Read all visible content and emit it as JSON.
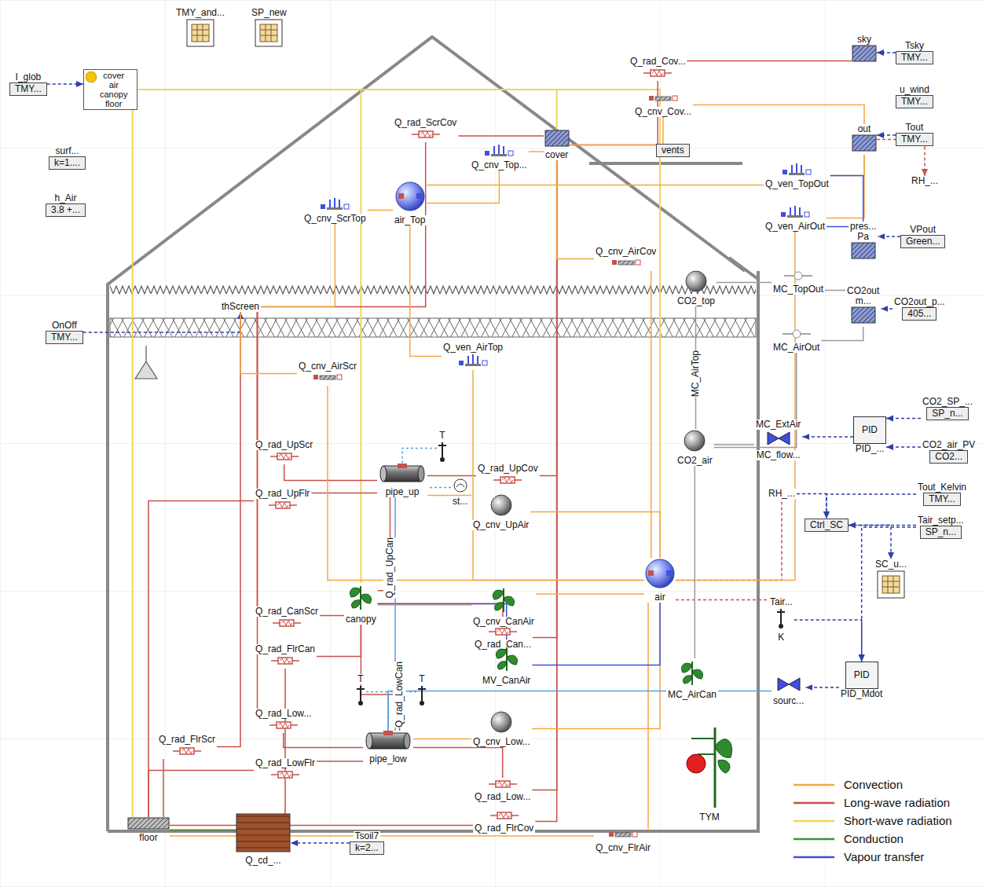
{
  "diagram": {
    "nodes": [
      {
        "text": [
          "I_glob",
          "TMY..."
        ]
      },
      {
        "text": [
          "cover",
          "air",
          "canopy",
          "floor"
        ]
      },
      {
        "text": [
          "surf...",
          "k=1...."
        ]
      },
      {
        "text": [
          "h_Air",
          "3.8 +..."
        ]
      },
      {
        "text": [
          "TMY_and..."
        ]
      },
      {
        "text": [
          "SP_new"
        ]
      },
      {
        "text": [
          "sky"
        ]
      },
      {
        "text": [
          "Tsky",
          "TMY..."
        ]
      },
      {
        "text": [
          "u_wind",
          "TMY..."
        ]
      },
      {
        "text": [
          "out"
        ]
      },
      {
        "text": [
          "Tout",
          "TMY..."
        ]
      },
      {
        "text": [
          "RH_..."
        ]
      },
      {
        "text": [
          "pres...",
          "Pa"
        ]
      },
      {
        "text": [
          "VPout",
          "Green..."
        ]
      },
      {
        "text": [
          "CO2out",
          "m..."
        ]
      },
      {
        "text": [
          "CO2out_p...",
          "405..."
        ]
      },
      {
        "text": [
          "Q_rad_Cov..."
        ]
      },
      {
        "text": [
          "Q_cnv_Cov..."
        ]
      },
      {
        "text": [
          "vents"
        ]
      },
      {
        "text": [
          "cover"
        ]
      },
      {
        "text": [
          "Q_rad_ScrCov"
        ]
      },
      {
        "text": [
          "Q_cnv_Top..."
        ]
      },
      {
        "text": [
          "air_Top"
        ]
      },
      {
        "text": [
          "Q_cnv_ScrTop"
        ]
      },
      {
        "text": [
          "thScreen"
        ]
      },
      {
        "text": [
          "Q_cnv_AirCov"
        ]
      },
      {
        "text": [
          "Q_ven_TopOut"
        ]
      },
      {
        "text": [
          "Q_ven_AirOut"
        ]
      },
      {
        "text": [
          "MC_TopOut"
        ]
      },
      {
        "text": [
          "MC_AirOut"
        ]
      },
      {
        "text": [
          "CO2_top"
        ]
      },
      {
        "text": [
          "MC_AirTop"
        ]
      },
      {
        "text": [
          "CO2_air"
        ]
      },
      {
        "text": [
          "MC_ExtAir",
          "MC_flow..."
        ]
      },
      {
        "text": [
          "PID",
          "PID_..."
        ]
      },
      {
        "text": [
          "CO2_SP_...",
          "SP_n..."
        ]
      },
      {
        "text": [
          "CO2_air_PV",
          "CO2..."
        ]
      },
      {
        "text": [
          "Q_ven_AirTop"
        ]
      },
      {
        "text": [
          "Q_cnv_AirScr"
        ]
      },
      {
        "text": [
          "Q_rad_UpScr"
        ]
      },
      {
        "text": [
          "pipe_up"
        ]
      },
      {
        "text": [
          "T"
        ]
      },
      {
        "text": [
          "st..."
        ]
      },
      {
        "text": [
          "Q_rad_UpCov"
        ]
      },
      {
        "text": [
          "Q_rad_UpFlr"
        ]
      },
      {
        "text": [
          "Q_cnv_UpAir"
        ]
      },
      {
        "text": [
          "Q_rad_UpCan"
        ]
      },
      {
        "text": [
          "canopy"
        ]
      },
      {
        "text": [
          "Q_cnv_CanAir"
        ]
      },
      {
        "text": [
          "Q_rad_CanScr"
        ]
      },
      {
        "text": [
          "Q_rad_Can..."
        ]
      },
      {
        "text": [
          "MV_CanAir"
        ]
      },
      {
        "text": [
          "air"
        ]
      },
      {
        "text": [
          "Tair...",
          "K"
        ]
      },
      {
        "text": [
          "MC_AirCan"
        ]
      },
      {
        "text": [
          "RH_..."
        ]
      },
      {
        "text": [
          "Ctrl_SC"
        ]
      },
      {
        "text": [
          "Tout_Kelvin",
          "TMY..."
        ]
      },
      {
        "text": [
          "Tair_setp...",
          "SP_n..."
        ]
      },
      {
        "text": [
          "SC_u..."
        ]
      },
      {
        "text": [
          "OnOff",
          "TMY..."
        ]
      },
      {
        "text": [
          "Q_rad_FlrCan"
        ]
      },
      {
        "text": [
          "T"
        ]
      },
      {
        "text": [
          "T"
        ]
      },
      {
        "text": [
          "Q_rad_LowCan"
        ]
      },
      {
        "text": [
          "Q_rad_Low..."
        ]
      },
      {
        "text": [
          "pipe_low"
        ]
      },
      {
        "text": [
          "Q_cnv_Low..."
        ]
      },
      {
        "text": [
          "Q_rad_LowFlr"
        ]
      },
      {
        "text": [
          "Q_rad_Low..."
        ]
      },
      {
        "text": [
          "Q_rad_FlrCov"
        ]
      },
      {
        "text": [
          "Q_rad_FlrScr"
        ]
      },
      {
        "text": [
          "sourc..."
        ]
      },
      {
        "text": [
          "PID",
          "PID_Mdot"
        ]
      },
      {
        "text": [
          "TYM"
        ]
      },
      {
        "text": [
          "floor"
        ]
      },
      {
        "text": [
          "Q_cd_..."
        ]
      },
      {
        "text": [
          "Tsoil7",
          "k=2..."
        ]
      },
      {
        "text": [
          "Q_cnv_FlrAir"
        ]
      }
    ],
    "edges": [
      {
        "from": 0,
        "to": 1,
        "arrow": "to"
      },
      {
        "from": 7,
        "to": 6,
        "arrow": "to"
      },
      {
        "from": 10,
        "to": 9,
        "arrow": "to"
      },
      {
        "from": 13,
        "to": 12,
        "arrow": "to"
      },
      {
        "from": 15,
        "to": 14,
        "arrow": "to"
      },
      {
        "from": 9,
        "to": 11,
        "arrow": "to"
      },
      {
        "from": 60,
        "to": 24,
        "arrow": "to"
      },
      {
        "from": 35,
        "to": 34,
        "arrow": "to"
      },
      {
        "from": 36,
        "to": 34,
        "arrow": "to"
      },
      {
        "from": 34,
        "to": 33,
        "arrow": "to"
      },
      {
        "from": 57,
        "to": 56,
        "arrow": "to"
      },
      {
        "from": 58,
        "to": 56,
        "arrow": "to"
      },
      {
        "from": 55,
        "to": 56,
        "arrow": "to"
      },
      {
        "from": 56,
        "to": 59,
        "arrow": "to"
      },
      {
        "from": 52,
        "to": 55,
        "arrow": "none"
      },
      {
        "from": 52,
        "to": 53,
        "arrow": "none"
      },
      {
        "from": 53,
        "to": 73,
        "arrow": "to"
      },
      {
        "from": 58,
        "to": 73,
        "arrow": "to"
      },
      {
        "from": 73,
        "to": 72,
        "arrow": "to"
      },
      {
        "from": 77,
        "to": 76,
        "arrow": "to"
      },
      {
        "from": 1,
        "to": 19,
        "arrow": "none"
      },
      {
        "from": 1,
        "to": 52,
        "arrow": "none"
      },
      {
        "from": 1,
        "to": 47,
        "arrow": "none"
      },
      {
        "from": 1,
        "to": 75,
        "arrow": "none"
      },
      {
        "from": 19,
        "to": 16,
        "arrow": "none"
      },
      {
        "from": 16,
        "to": 6,
        "arrow": "none"
      },
      {
        "from": 24,
        "to": 20,
        "arrow": "none"
      },
      {
        "from": 20,
        "to": 19,
        "arrow": "none"
      },
      {
        "from": 40,
        "to": 39,
        "arrow": "none"
      },
      {
        "from": 39,
        "to": 24,
        "arrow": "none"
      },
      {
        "from": 40,
        "to": 44,
        "arrow": "none"
      },
      {
        "from": 44,
        "to": 75,
        "arrow": "none"
      },
      {
        "from": 40,
        "to": 43,
        "arrow": "none"
      },
      {
        "from": 43,
        "to": 19,
        "arrow": "none"
      },
      {
        "from": 40,
        "to": 46,
        "arrow": "none"
      },
      {
        "from": 46,
        "to": 47,
        "arrow": "none"
      },
      {
        "from": 47,
        "to": 49,
        "arrow": "none"
      },
      {
        "from": 49,
        "to": 24,
        "arrow": "none"
      },
      {
        "from": 47,
        "to": 50,
        "arrow": "none"
      },
      {
        "from": 50,
        "to": 19,
        "arrow": "none"
      },
      {
        "from": 75,
        "to": 61,
        "arrow": "none"
      },
      {
        "from": 61,
        "to": 47,
        "arrow": "none"
      },
      {
        "from": 66,
        "to": 65,
        "arrow": "none"
      },
      {
        "from": 65,
        "to": 24,
        "arrow": "none"
      },
      {
        "from": 66,
        "to": 68,
        "arrow": "none"
      },
      {
        "from": 68,
        "to": 75,
        "arrow": "none"
      },
      {
        "from": 66,
        "to": 64,
        "arrow": "none"
      },
      {
        "from": 64,
        "to": 47,
        "arrow": "none"
      },
      {
        "from": 66,
        "to": 69,
        "arrow": "none"
      },
      {
        "from": 69,
        "to": 19,
        "arrow": "none"
      },
      {
        "from": 75,
        "to": 70,
        "arrow": "none"
      },
      {
        "from": 70,
        "to": 19,
        "arrow": "none"
      },
      {
        "from": 75,
        "to": 71,
        "arrow": "none"
      },
      {
        "from": 71,
        "to": 24,
        "arrow": "none"
      },
      {
        "from": 19,
        "to": 17,
        "arrow": "none"
      },
      {
        "from": 17,
        "to": 9,
        "arrow": "none"
      },
      {
        "from": 22,
        "to": 21,
        "arrow": "none"
      },
      {
        "from": 21,
        "to": 19,
        "arrow": "none"
      },
      {
        "from": 24,
        "to": 23,
        "arrow": "none"
      },
      {
        "from": 23,
        "to": 22,
        "arrow": "none"
      },
      {
        "from": 52,
        "to": 25,
        "arrow": "none"
      },
      {
        "from": 25,
        "to": 19,
        "arrow": "none"
      },
      {
        "from": 22,
        "to": 26,
        "arrow": "none"
      },
      {
        "from": 26,
        "to": 9,
        "arrow": "none"
      },
      {
        "from": 52,
        "to": 27,
        "arrow": "none"
      },
      {
        "from": 27,
        "to": 9,
        "arrow": "none"
      },
      {
        "from": 52,
        "to": 37,
        "arrow": "none"
      },
      {
        "from": 37,
        "to": 22,
        "arrow": "none"
      },
      {
        "from": 52,
        "to": 38,
        "arrow": "none"
      },
      {
        "from": 38,
        "to": 24,
        "arrow": "none"
      },
      {
        "from": 40,
        "to": 45,
        "arrow": "none"
      },
      {
        "from": 45,
        "to": 52,
        "arrow": "none"
      },
      {
        "from": 47,
        "to": 48,
        "arrow": "none"
      },
      {
        "from": 48,
        "to": 52,
        "arrow": "none"
      },
      {
        "from": 66,
        "to": 67,
        "arrow": "none"
      },
      {
        "from": 67,
        "to": 52,
        "arrow": "none"
      },
      {
        "from": 75,
        "to": 78,
        "arrow": "none"
      },
      {
        "from": 78,
        "to": 52,
        "arrow": "none"
      },
      {
        "from": 75,
        "to": 76,
        "arrow": "none"
      },
      {
        "from": 47,
        "to": 51,
        "arrow": "none"
      },
      {
        "from": 51,
        "to": 52,
        "arrow": "none"
      },
      {
        "from": 26,
        "to": 12,
        "arrow": "none"
      },
      {
        "from": 27,
        "to": 12,
        "arrow": "none"
      },
      {
        "from": 30,
        "to": 28,
        "arrow": "none"
      },
      {
        "from": 28,
        "to": 14,
        "arrow": "none"
      },
      {
        "from": 32,
        "to": 29,
        "arrow": "none"
      },
      {
        "from": 29,
        "to": 14,
        "arrow": "none"
      },
      {
        "from": 30,
        "to": 31,
        "arrow": "none"
      },
      {
        "from": 31,
        "to": 32,
        "arrow": "none"
      },
      {
        "from": 33,
        "to": 32,
        "arrow": "none"
      },
      {
        "from": 54,
        "to": 32,
        "arrow": "none"
      },
      {
        "from": 72,
        "to": 66,
        "arrow": "none"
      },
      {
        "from": 66,
        "to": 40,
        "arrow": "none"
      },
      {
        "from": 41,
        "to": 40,
        "arrow": "none"
      },
      {
        "from": 62,
        "to": 66,
        "arrow": "none"
      },
      {
        "from": 63,
        "to": 66,
        "arrow": "none"
      },
      {
        "from": 42,
        "to": 40,
        "arrow": "none"
      }
    ],
    "legend": [
      {
        "text": "Convection",
        "color": "#f5a742"
      },
      {
        "text": "Long-wave radiation",
        "color": "#c8504a"
      },
      {
        "text": "Short-wave radiation",
        "color": "#f2d55a"
      },
      {
        "text": "Conduction",
        "color": "#3d8f3d"
      },
      {
        "text": "Vapour transfer",
        "color": "#3f4fe0"
      }
    ]
  }
}
